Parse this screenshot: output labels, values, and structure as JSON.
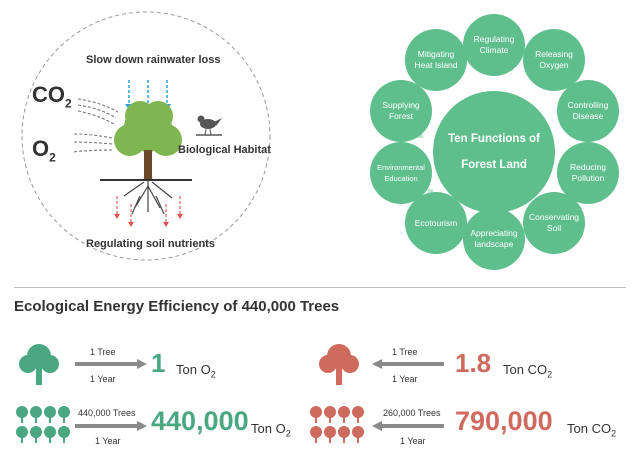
{
  "left_diagram": {
    "rainwater_label": "Slow down rainwater loss",
    "co2_label": "CO",
    "co2_sub": "2",
    "o2_label": "O",
    "o2_sub": "2",
    "habitat_label": "Biological Habitat",
    "soil_label": "Regulating soil nutrients"
  },
  "ten_functions": {
    "center_line1": "Ten Functions of",
    "center_line2": "Forest Land",
    "nodes": [
      "Regulating Climate",
      "Releasing Oxygen",
      "Controlling Disease",
      "Reducing Pollution",
      "Conservating Soil",
      "Appreciating landscape",
      "Ecotourism",
      "Environmental Education",
      "Supplying Forest",
      "Mitigating Heat Island"
    ]
  },
  "efficiency": {
    "title": "Ecological Energy Efficiency of 440,000 Trees",
    "rows": [
      {
        "top": "1 Tree",
        "bottom": "1 Year",
        "value": "1",
        "unit": "Ton O",
        "sub": "2"
      },
      {
        "top": "1 Tree",
        "bottom": "1 Year",
        "value": "1.8",
        "unit": "Ton CO",
        "sub": "2"
      },
      {
        "top": "440,000 Trees",
        "bottom": "1 Year",
        "value": "440,000",
        "unit": "Ton O",
        "sub": "2"
      },
      {
        "top": "260,000 Trees",
        "bottom": "1 Year",
        "value": "790,000",
        "unit": "Ton CO",
        "sub": "2"
      }
    ]
  },
  "colors": {
    "green": "#4aa782",
    "node_green": "#5fbf8c",
    "red": "#cf6a5f",
    "blue_arrow": "#2fa3d8",
    "gray_arrow": "#8a8a8a"
  }
}
